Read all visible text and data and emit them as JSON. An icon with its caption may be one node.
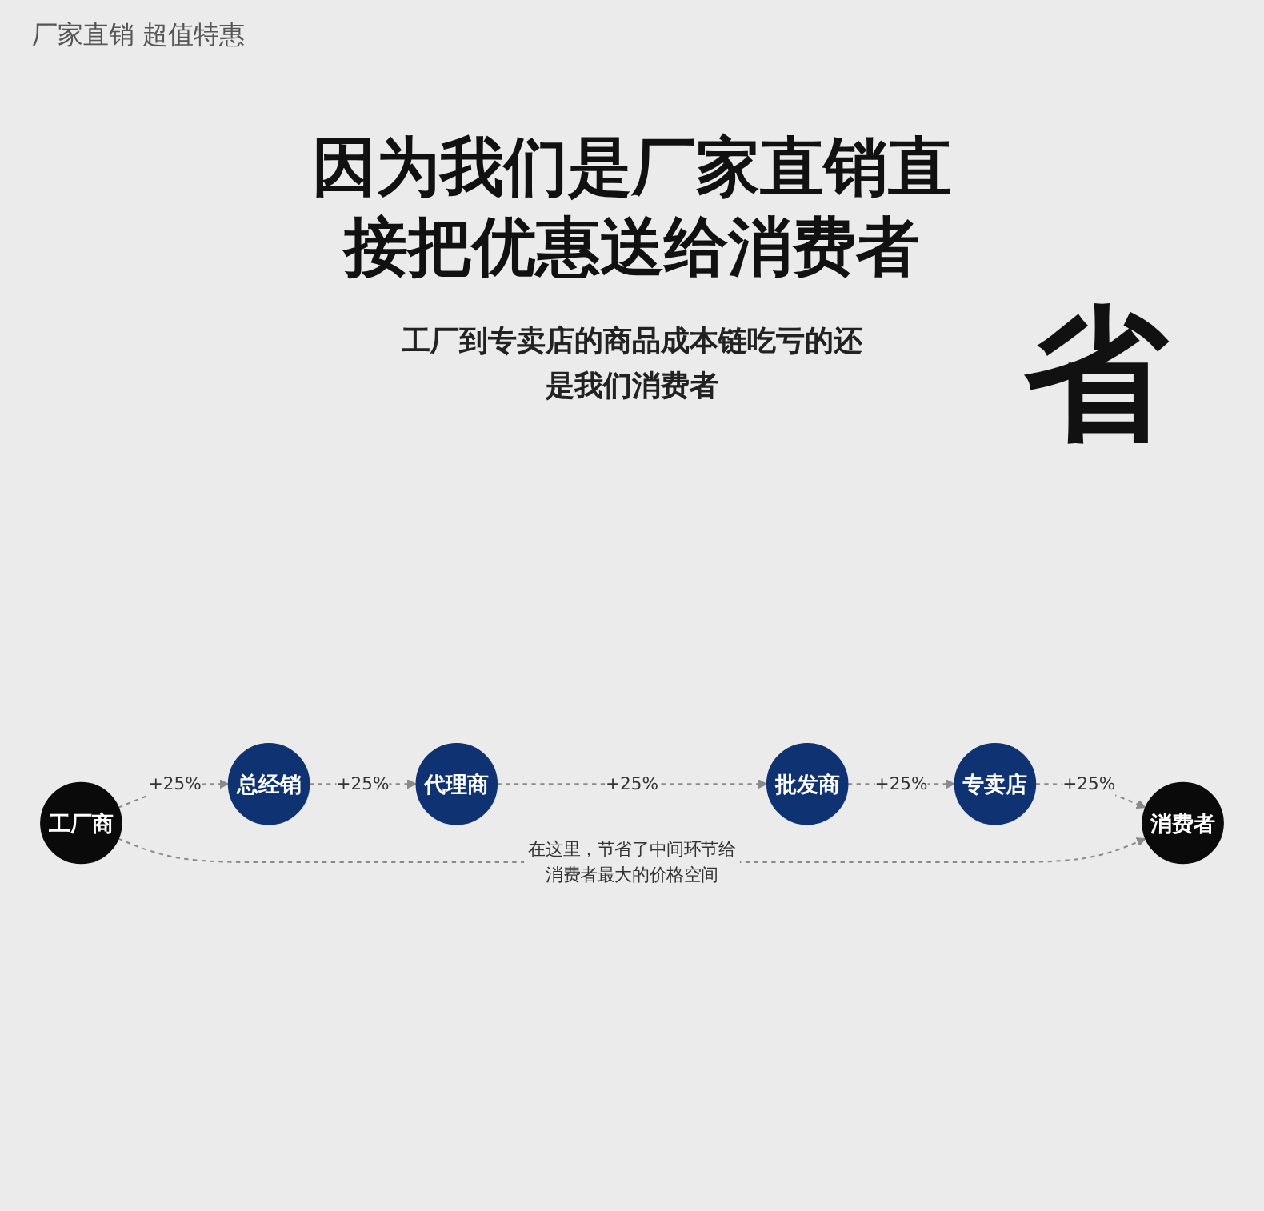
{
  "diagram": {
    "title": "因为我们是厂家直销直接把优惠送给消费者",
    "nodes": [
      {
        "text": [
          "工厂商"
        ]
      },
      {
        "text": [
          "总经销"
        ]
      },
      {
        "text": [
          "代理商"
        ]
      },
      {
        "text": [
          "批发商"
        ]
      },
      {
        "text": [
          "专卖店"
        ]
      },
      {
        "text": [
          "消费者"
        ]
      }
    ],
    "edges": [
      {
        "from": 0,
        "to": 1,
        "arrow": "to",
        "label": "+25%",
        "style": "dashed"
      },
      {
        "from": 1,
        "to": 2,
        "arrow": "to",
        "label": "+25%",
        "style": "dashed"
      },
      {
        "from": 2,
        "to": 3,
        "arrow": "to",
        "label": "+25%",
        "style": "dashed"
      },
      {
        "from": 3,
        "to": 4,
        "arrow": "to",
        "label": "+25%",
        "style": "dashed"
      },
      {
        "from": 4,
        "to": 5,
        "arrow": "to",
        "label": "+25%",
        "style": "dashed"
      },
      {
        "from": 0,
        "to": 5,
        "arrow": "to",
        "label": "在这里，节省了中间环节给消费者最大的价格空间",
        "style": "dashed"
      }
    ],
    "labels": [
      "厂家直销 超值特惠",
      "工厂到专卖店的商品成本链吃亏的还是我们消费者",
      "省"
    ]
  }
}
